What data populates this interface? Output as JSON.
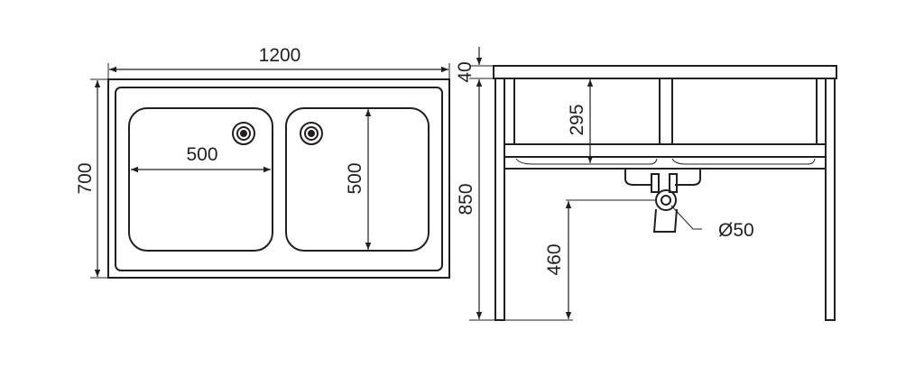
{
  "top_view": {
    "width_label": "1200",
    "depth_label": "700",
    "bowl_width_label": "500",
    "bowl_depth_label": "500"
  },
  "side_view": {
    "top_thickness_label": "40",
    "bowl_height_label": "295",
    "total_height_label": "850",
    "drain_height_label": "460",
    "drain_diameter_label": "Ø50"
  },
  "colors": {
    "line": "#231f20",
    "background": "#ffffff"
  }
}
